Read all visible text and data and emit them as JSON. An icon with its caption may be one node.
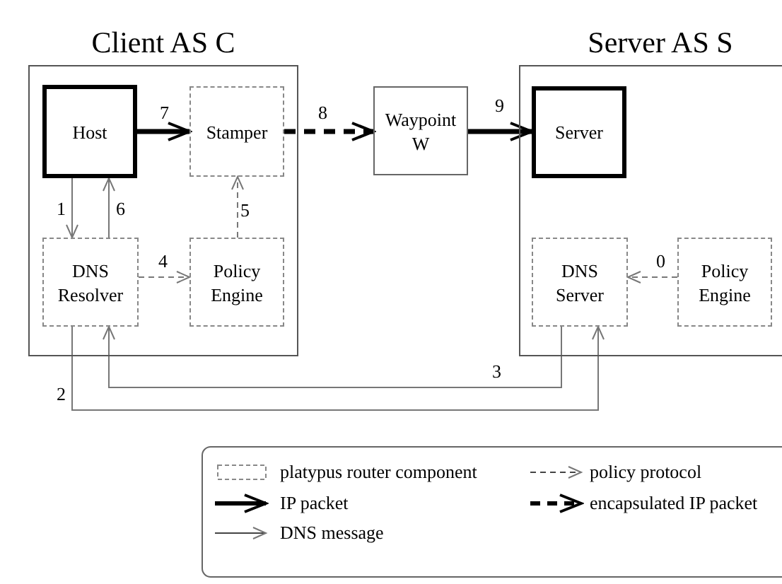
{
  "diagram": {
    "nodes": [
      {
        "text": [
          "Client AS C"
        ]
      },
      {
        "text": [
          "Host"
        ],
        "in": 0
      },
      {
        "text": [
          "Stamper"
        ],
        "in": 0
      },
      {
        "text": [
          "DNS Resolver"
        ],
        "in": 0
      },
      {
        "text": [
          "Policy Engine"
        ],
        "in": 0
      },
      {
        "text": [
          "Waypoint W"
        ]
      },
      {
        "text": [
          "Server AS S"
        ]
      },
      {
        "text": [
          "Server"
        ],
        "in": 6
      },
      {
        "text": [
          "DNS Server"
        ],
        "in": 6
      },
      {
        "text": [
          "Policy Engine"
        ],
        "in": 6
      }
    ],
    "edges": [
      {
        "from": 1,
        "to": 3,
        "arrow": "to",
        "label": "1"
      },
      {
        "from": 3,
        "to": 8,
        "arrow": "to",
        "label": "2"
      },
      {
        "from": 8,
        "to": 3,
        "arrow": "to",
        "label": "3"
      },
      {
        "from": 3,
        "to": 4,
        "arrow": "to",
        "label": "4",
        "style": "dashed"
      },
      {
        "from": 4,
        "to": 2,
        "arrow": "to",
        "label": "5",
        "style": "dashed"
      },
      {
        "from": 3,
        "to": 1,
        "arrow": "to",
        "label": "6"
      },
      {
        "from": 1,
        "to": 2,
        "arrow": "to",
        "label": "7",
        "style": "thick",
        "color": "#000000"
      },
      {
        "from": 2,
        "to": 5,
        "arrow": "to",
        "label": "8",
        "style": "dashed",
        "color": "#000000"
      },
      {
        "from": 5,
        "to": 7,
        "arrow": "to",
        "label": "9",
        "style": "thick",
        "color": "#000000"
      },
      {
        "from": 9,
        "to": 8,
        "arrow": "to",
        "label": "0",
        "style": "dashed"
      }
    ],
    "legend": [
      {
        "text": "platypus router component"
      },
      {
        "text": "policy protocol"
      },
      {
        "text": "IP packet"
      },
      {
        "text": "encapsulated IP packet"
      },
      {
        "text": "DNS message"
      }
    ]
  }
}
